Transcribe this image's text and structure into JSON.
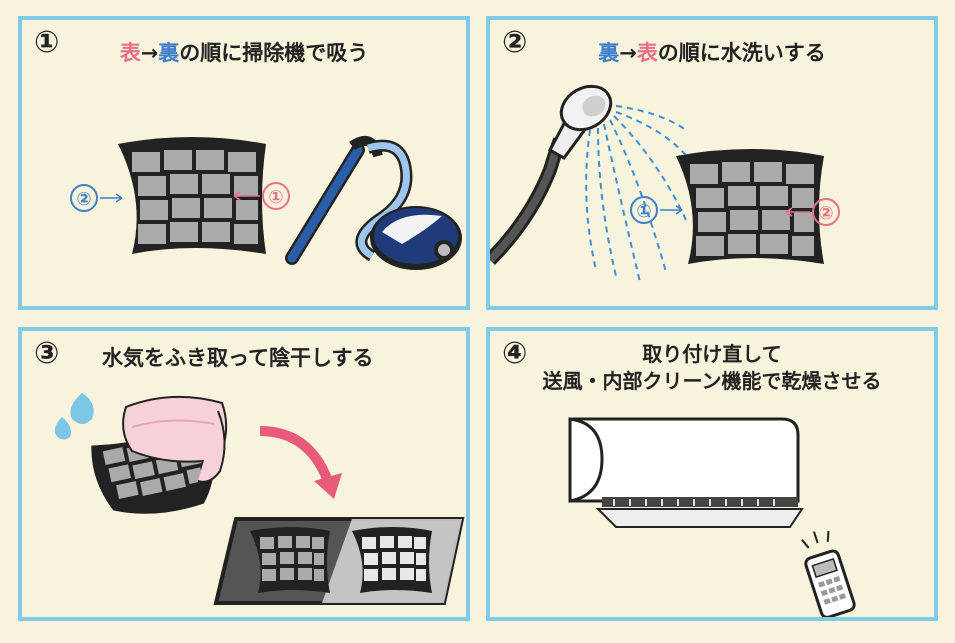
{
  "panels": [
    {
      "number": "①",
      "title_parts": {
        "a": "表",
        "arrow": "→",
        "b": "裏",
        "rest": "の順に掃除機で吸う"
      },
      "callouts": {
        "front": "①",
        "back": "②"
      }
    },
    {
      "number": "②",
      "title_parts": {
        "a": "裏",
        "arrow": "→",
        "b": "表",
        "rest": "の順に水洗いする"
      },
      "callouts": {
        "back": "①",
        "front": "②"
      }
    },
    {
      "number": "③",
      "title": "水気をふき取って陰干しする"
    },
    {
      "number": "④",
      "title_lines": [
        "取り付け直して",
        "送風・内部クリーン機能で乾燥させる"
      ]
    }
  ],
  "colors": {
    "border": "#7fcbe8",
    "background": "#f8f3dc",
    "pink": "#e8708a",
    "blue": "#3f7fc7"
  }
}
